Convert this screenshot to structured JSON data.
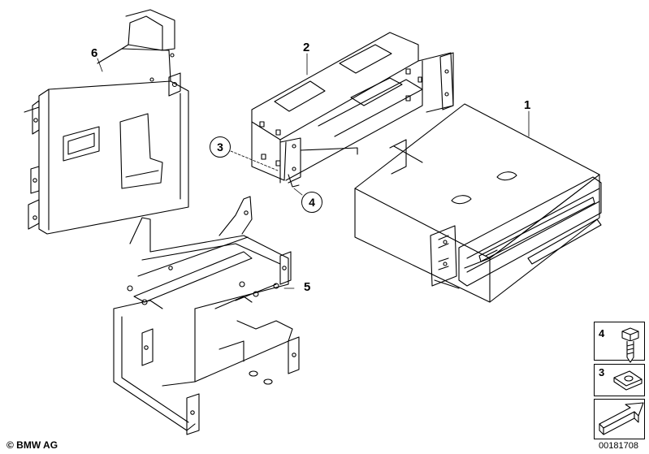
{
  "callouts": {
    "part1": "1",
    "part2": "2",
    "part3": "3",
    "part4": "4",
    "part5": "5",
    "part6": "6"
  },
  "legend": {
    "item4": "4",
    "item3": "3"
  },
  "footer": {
    "copyright": "© BMW AG",
    "diagram_id": "00181708"
  }
}
